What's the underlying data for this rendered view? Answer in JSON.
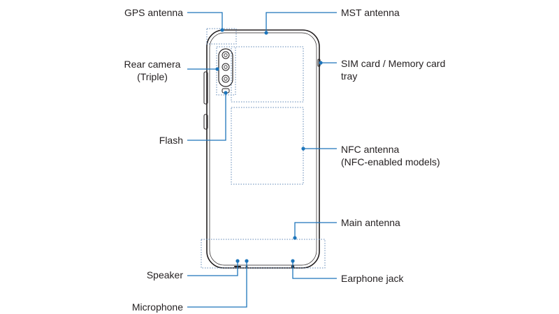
{
  "colors": {
    "outline": "#231f20",
    "callout": "#1d75bb",
    "zone": "#5f87b6",
    "text": "#231f20"
  },
  "labels": {
    "gps_antenna": "GPS antenna",
    "rear_camera": "Rear camera",
    "rear_camera_sub": "(Triple)",
    "flash": "Flash",
    "speaker": "Speaker",
    "microphone": "Microphone",
    "mst_antenna": "MST antenna",
    "sim_tray": "SIM card / Memory card",
    "sim_tray_sub": "tray",
    "nfc_antenna": "NFC antenna",
    "nfc_antenna_sub": "(NFC-enabled models)",
    "main_antenna": "Main antenna",
    "earphone_jack": "Earphone jack"
  }
}
